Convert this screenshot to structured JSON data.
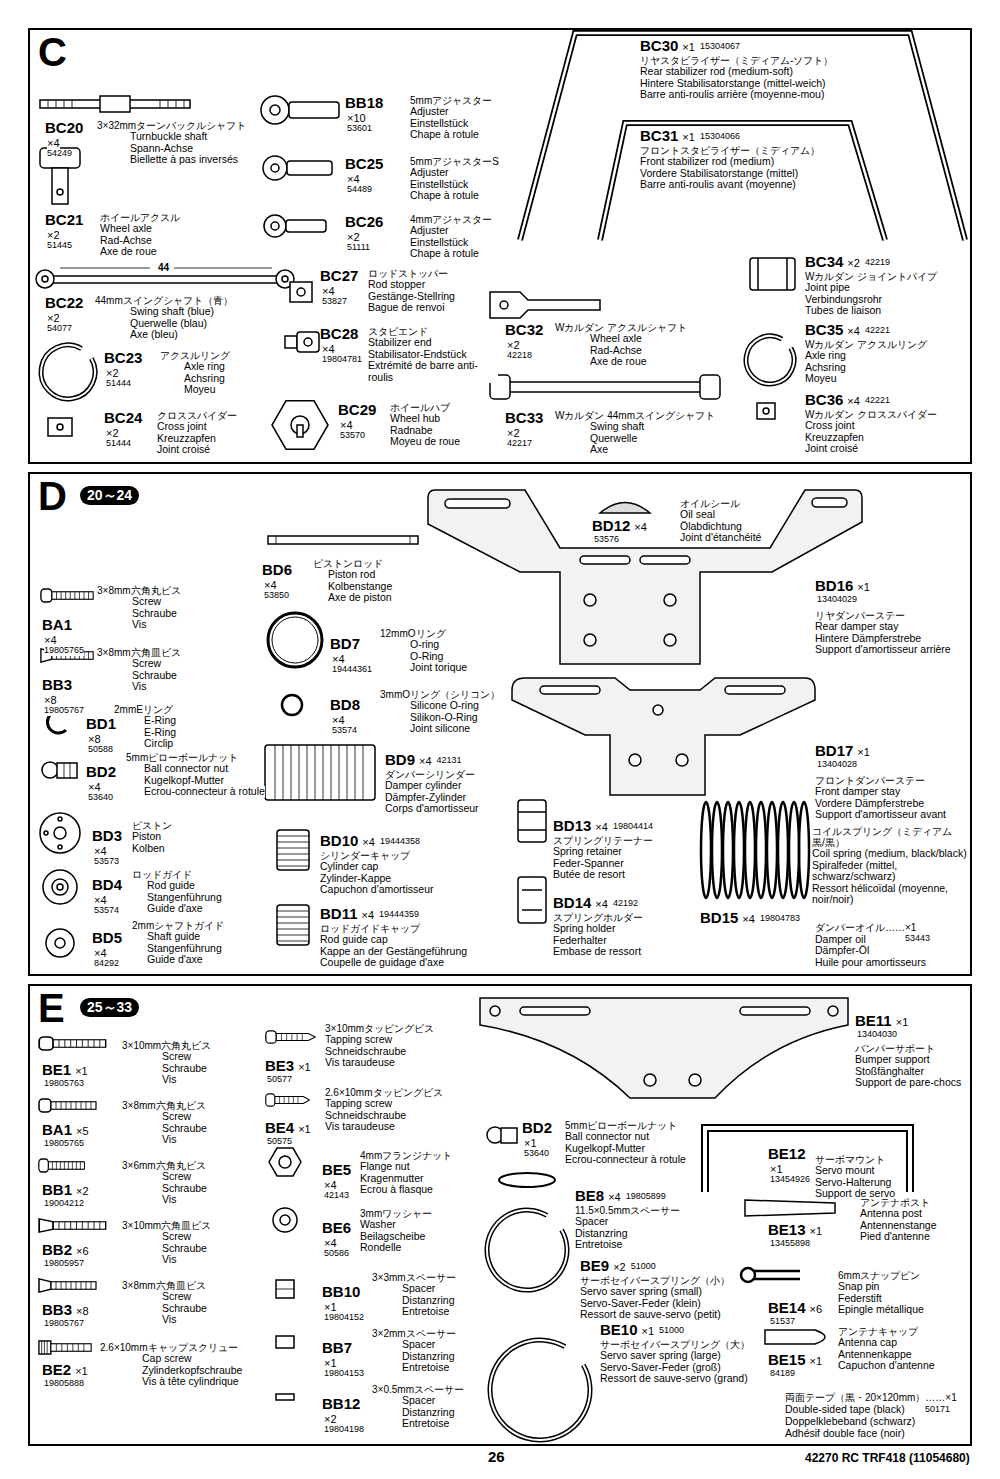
{
  "diagram": {
    "nodes": [
      {
        "text": [
          "C"
        ]
      },
      {
        "text": [
          "D",
          "20～24"
        ]
      },
      {
        "text": [
          "E",
          "25～33"
        ]
      }
    ],
    "labels": [
      "BC20",
      "×4",
      "54249",
      "3×32mmターンバックルシャフト",
      "Turnbuckle shaft",
      "Spann-Achse",
      "Biellette à pas inversés",
      "BC21",
      "×2",
      "51445",
      "ホイールアクスル",
      "Wheel axle",
      "Rad-Achse",
      "Axe de roue",
      "44",
      "BC22",
      "×2",
      "54077",
      "44mmスイングシャフト（青）",
      "Swing shaft (blue)",
      "Querwelle (blau)",
      "Axe (bleu)",
      "BC23",
      "×2",
      "51444",
      "アクスルリング",
      "Axle ring",
      "Achsring",
      "Moyeu",
      "BC24",
      "×2",
      "51444",
      "クロススパイダー",
      "Cross joint",
      "Kreuzzapfen",
      "Joint croisé",
      "BB18",
      "×10",
      "53601",
      "5mmアジャスター",
      "Adjuster",
      "Einstellstück",
      "Chape à rotule",
      "BC25",
      "×4",
      "54489",
      "5mmアジャスターS",
      "Adjuster",
      "Einstellstück",
      "Chape à rotule",
      "BC26",
      "×2",
      "51111",
      "4mmアジャスター",
      "Adjuster",
      "Einstellstück",
      "Chape à rotule",
      "BC27",
      "×4",
      "53827",
      "ロッドストッパー",
      "Rod stopper",
      "Gestänge-Stellring",
      "Bague de renvoi",
      "BC28",
      "×4",
      "19804781",
      "スタビエンド",
      "Stabilizer end",
      "Stabilisator-Endstück",
      "Extrémité de barre anti-roulis",
      "BC29",
      "×4",
      "53570",
      "ホイールハブ",
      "Wheel hub",
      "Radnabe",
      "Moyeu de roue",
      "BC30",
      "×1",
      "15304067",
      "リヤスタビライザー（ミディアム-ソフト）",
      "Rear stabilizer rod (medium-soft)",
      "Hintere Stabilisatorstange (mittel-weich)",
      "Barre anti-roulis arrière (moyenne-mou)",
      "BC31",
      "×1",
      "15304066",
      "フロントスタビライザー（ミディアム）",
      "Front stabilizer rod (medium)",
      "Vordere Stabilisatorstange (mittel)",
      "Barre anti-roulis avant (moyenne)",
      "BC32",
      "×2",
      "42218",
      "Wカルダン アクスルシャフト",
      "Wheel axle",
      "Rad-Achse",
      "Axe de roue",
      "BC33",
      "×2",
      "42217",
      "Wカルダン 44mmスイングシャフト",
      "Swing shaft",
      "Querwelle",
      "Axe",
      "BC34",
      "×2",
      "42219",
      "Wカルダン ジョイントパイプ",
      "Joint pipe",
      "Verbindungsrohr",
      "Tubes de liaison",
      "BC35",
      "×4",
      "42221",
      "Wカルダン アクスルリング",
      "Axle ring",
      "Achsring",
      "Moyeu",
      "BC36",
      "×4",
      "42221",
      "Wカルダン クロススパイダー",
      "Cross joint",
      "Kreuzzapfen",
      "Joint croisé",
      "BD6",
      "×4",
      "53850",
      "ピストンロッド",
      "Piston rod",
      "Kolbenstange",
      "Axe de piston",
      "BA1",
      "×4",
      "19805765",
      "3×8mm六角丸ビス",
      "Screw",
      "Schraube",
      "Vis",
      "BB3",
      "×8",
      "19805767",
      "3×8mm六角皿ビス",
      "Screw",
      "Schraube",
      "Vis",
      "BD1",
      "×8",
      "50588",
      "2mmEリング",
      "E-Ring",
      "E-Ring",
      "Circlip",
      "BD2",
      "×4",
      "53640",
      "5mmピローボールナット",
      "Ball connector nut",
      "Kugelkopf-Mutter",
      "Ecrou-connecteur à rotule",
      "BD3",
      "×4",
      "53573",
      "ピストン",
      "Piston",
      "Kolben",
      "BD4",
      "×4",
      "53574",
      "ロッドガイド",
      "Rod guide",
      "Stangenführung",
      "Guide d'axe",
      "BD5",
      "×4",
      "84292",
      "2mmシャフトガイド",
      "Shaft guide",
      "Stangenführung",
      "Guide d'axe",
      "BD7",
      "×4",
      "19444361",
      "12mmOリング",
      "O-ring",
      "O-Ring",
      "Joint torique",
      "BD8",
      "×4",
      "53574",
      "3mmOリング（シリコン）",
      "Silicone O-ring",
      "Silikon-O-Ring",
      "Joint silicone",
      "BD9",
      "×4",
      "42131",
      "ダンパーシリンダー",
      "Damper cylinder",
      "Dämpfer-Zylinder",
      "Corps d'amortisseur",
      "BD10",
      "×4",
      "19444358",
      "シリンダーキャップ",
      "Cylinder cap",
      "Zylinder-Kappe",
      "Capuchon d'amortisseur",
      "BD11",
      "×4",
      "19444359",
      "ロッドガイドキャップ",
      "Rod guide cap",
      "Kappe an der Gestängeführung",
      "Coupelle de guidage d'axe",
      "BD12",
      "×4",
      "53576",
      "オイルシール",
      "Oil seal",
      "Ölabdichtung",
      "Joint d'étanchéité",
      "BD16",
      "×1",
      "13404029",
      "リヤダンパーステー",
      "Rear damper stay",
      "Hintere Dämpferstrebe",
      "Support d'amortisseur arrière",
      "BD17",
      "×1",
      "13404028",
      "フロントダンパーステー",
      "Front damper stay",
      "Vordere Dämpferstrebe",
      "Support d'amortisseur avant",
      "BD13",
      "×4",
      "19804414",
      "スプリングリテーナー",
      "Spring retainer",
      "Feder-Spanner",
      "Butée de resort",
      "BD14",
      "×4",
      "42192",
      "スプリングホルダー",
      "Spring holder",
      "Federhalter",
      "Embase de ressort",
      "BD15",
      "×4",
      "19804783",
      "コイルスプリング（ミディアム 黒/黒）",
      "Coil spring (medium, black/black)",
      "Spiralfeder (mittel, schwarz/schwarz)",
      "Ressort hélicoïdal (moyenne, noir/noir)",
      "ダンパーオイル……×1",
      "Damper oil",
      "53443",
      "Dämpfer-Öl",
      "Huile pour amortisseurs",
      "BE1",
      "×1",
      "19805763",
      "3×10mm六角丸ビス",
      "Screw",
      "Schraube",
      "Vis",
      "BA1",
      "×5",
      "19805765",
      "3×8mm六角丸ビス",
      "Screw",
      "Schraube",
      "Vis",
      "BB1",
      "×2",
      "19004212",
      "3×6mm六角丸ビス",
      "Screw",
      "Schraube",
      "Vis",
      "BB2",
      "×6",
      "19805957",
      "3×10mm六角皿ビス",
      "Screw",
      "Schraube",
      "Vis",
      "BB3",
      "×8",
      "19805767",
      "3×8mm六角皿ビス",
      "Screw",
      "Schraube",
      "Vis",
      "BE2",
      "×1",
      "19805888",
      "2.6×10mmキャップスクリュー",
      "Cap screw",
      "Zylinderkopfschraube",
      "Vis à tête cylindrique",
      "BE3",
      "×1",
      "50577",
      "3×10mmタッピングビス",
      "Tapping screw",
      "Schneidschraube",
      "Vis taraudeuse",
      "BE4",
      "×1",
      "50575",
      "2.6×10mmタッピングビス",
      "Tapping screw",
      "Schneidschraube",
      "Vis taraudeuse",
      "BE5",
      "×4",
      "42143",
      "4mmフランジナット",
      "Flange nut",
      "Kragenmutter",
      "Ecrou à flasque",
      "BE6",
      "×4",
      "50586",
      "3mmワッシャー",
      "Washer",
      "Beilagscheibe",
      "Rondelle",
      "BB10",
      "×1",
      "19804152",
      "3×3mmスペーサー",
      "Spacer",
      "Distanzring",
      "Entretoise",
      "BB7",
      "×1",
      "19804153",
      "3×2mmスペーサー",
      "Spacer",
      "Distanzring",
      "Entretoise",
      "BB12",
      "×2",
      "19804198",
      "3×0.5mmスペーサー",
      "Spacer",
      "Distanzring",
      "Entretoise",
      "BD2",
      "×1",
      "53640",
      "5mmピローボールナット",
      "Ball connector nut",
      "Kugelkopf-Mutter",
      "Ecrou-connecteur à rotule",
      "BE8",
      "×4",
      "19805899",
      "11.5×0.5mmスペーサー",
      "Spacer",
      "Distanzring",
      "Entretoise",
      "BE9",
      "×2",
      "51000",
      "サーボセイバースプリング（小）",
      "Servo saver spring (small)",
      "Servo-Saver-Feder (klein)",
      "Ressort de sauve-servo (petit)",
      "BE10",
      "×1",
      "51000",
      "サーボセイバースプリング（大）",
      "Servo saver spring (large)",
      "Servo-Saver-Feder (groß)",
      "Ressort de sauve-servo (grand)",
      "BE11",
      "×1",
      "13404030",
      "バンパーサポート",
      "Bumper support",
      "Stoßfänghalter",
      "Support de pare-chocs",
      "BE12",
      "×1",
      "13454926",
      "サーボマウント",
      "Servo mount",
      "Servo-Halterung",
      "Support de servo",
      "BE13",
      "×1",
      "13455898",
      "アンテナポスト",
      "Antenna post",
      "Antennenstange",
      "Pied d'antenne",
      "BE14",
      "×6",
      "51537",
      "6mmスナップピン",
      "Snap pin",
      "Federstift",
      "Epingle métallique",
      "BE15",
      "×1",
      "84189",
      "アンテナキャップ",
      "Antenna cap",
      "Antennenkappe",
      "Capuchon d'antenne",
      "両面テープ（黒・20×120mm）……×1",
      "Double-sided tape (black)",
      "50171",
      "Doppelklebeband (schwarz)",
      "Adhésif double face (noir)",
      "26",
      "42270 RC TRF418 (11054680)"
    ]
  }
}
